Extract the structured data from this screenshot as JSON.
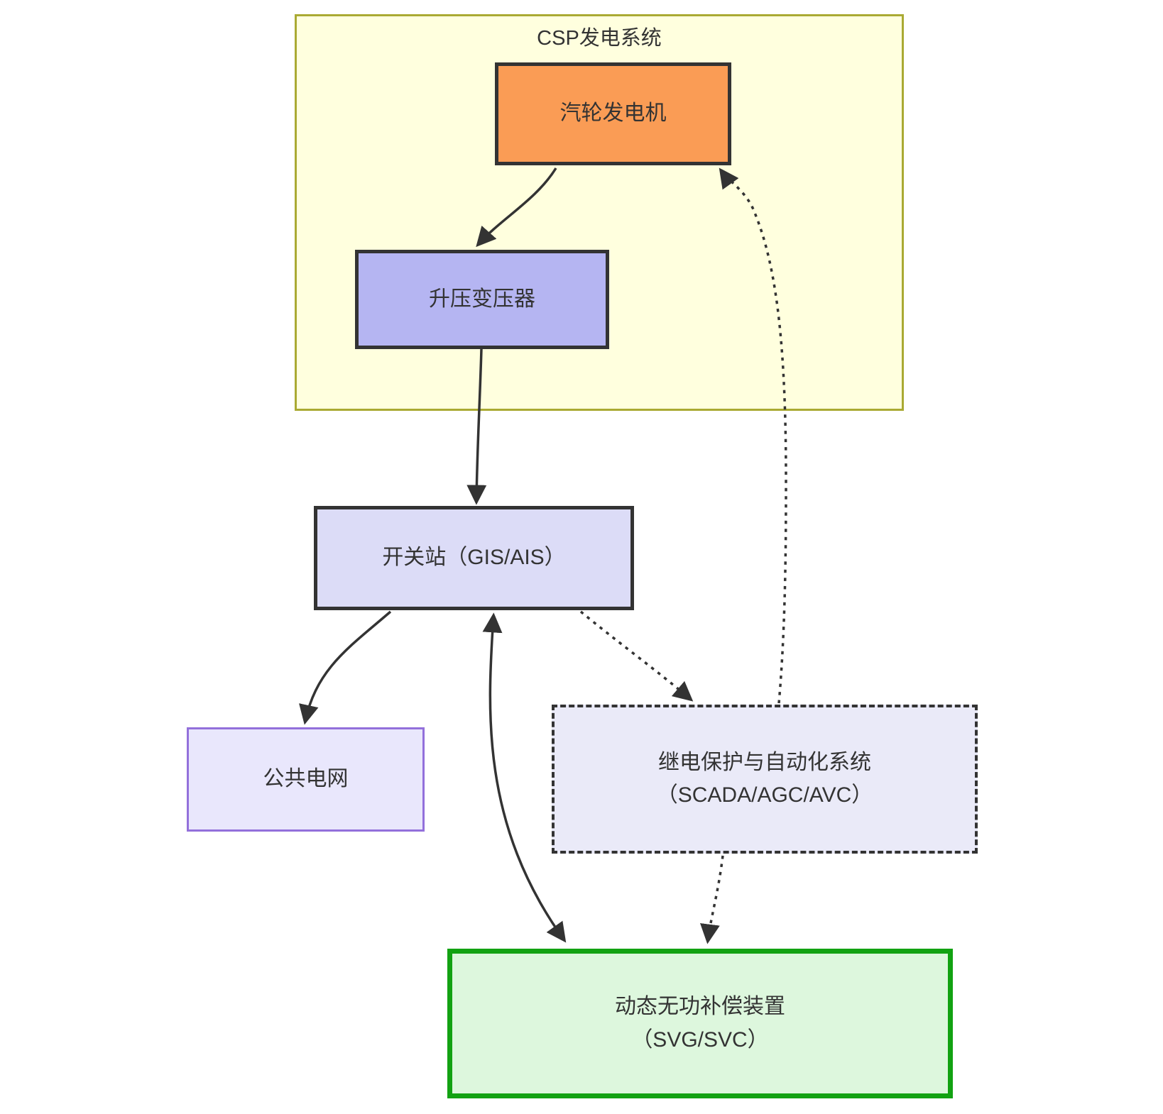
{
  "diagram": {
    "cluster_label": "CSP发电系统",
    "nodes": {
      "turbine": {
        "label": "汽轮发电机"
      },
      "transformer": {
        "label": "升压变压器"
      },
      "switchyard": {
        "label": "开关站（GIS/AIS）"
      },
      "grid": {
        "label": "公共电网"
      },
      "protection": {
        "line1": "继电保护与自动化系统",
        "line2": "（SCADA/AGC/AVC）"
      },
      "svc": {
        "line1": "动态无功补偿装置",
        "line2": "（SVG/SVC）"
      }
    },
    "edges": [
      {
        "from": "汽轮发电机",
        "to": "升压变压器",
        "style": "solid",
        "direction": "forward"
      },
      {
        "from": "升压变压器",
        "to": "开关站（GIS/AIS）",
        "style": "solid",
        "direction": "forward"
      },
      {
        "from": "开关站（GIS/AIS）",
        "to": "公共电网",
        "style": "solid",
        "direction": "forward"
      },
      {
        "from": "开关站（GIS/AIS）",
        "to": "动态无功补偿装置（SVG/SVC）",
        "style": "solid",
        "direction": "bidirectional"
      },
      {
        "from": "开关站（GIS/AIS）",
        "to": "继电保护与自动化系统（SCADA/AGC/AVC）",
        "style": "dotted",
        "direction": "forward"
      },
      {
        "from": "继电保护与自动化系统（SCADA/AGC/AVC）",
        "to": "动态无功补偿装置（SVG/SVC）",
        "style": "dotted",
        "direction": "forward"
      },
      {
        "from": "继电保护与自动化系统（SCADA/AGC/AVC）",
        "to": "汽轮发电机",
        "style": "dotted",
        "direction": "forward"
      }
    ],
    "colors": {
      "cluster_fill": "#FFFFDE",
      "cluster_border": "#AAAA33",
      "turbine_fill": "#FA9C55",
      "transformer_fill": "#B5B5F2",
      "switchyard_fill": "#DCDCF7",
      "grid_fill": "#E9E7FC",
      "grid_border": "#9370DB",
      "protection_fill": "#EAEAF8",
      "svc_fill": "#DDF7DD",
      "svc_border": "#12A212",
      "node_border": "#333333",
      "edge": "#333333",
      "text": "#333333"
    }
  }
}
